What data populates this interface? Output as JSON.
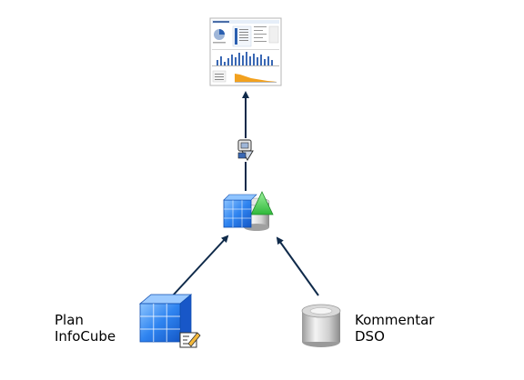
{
  "nodes": {
    "plan_infocube": {
      "label_line1": "Plan",
      "label_line2": "InfoCube",
      "icon": "infocube-with-edit-icon"
    },
    "kommentar_dso": {
      "label_line1": "Kommentar",
      "label_line2": "DSO",
      "icon": "database-cylinder-icon"
    },
    "multiprovider": {
      "icon": "multiprovider-cube-cylinder-icon"
    },
    "query": {
      "icon": "query-icon"
    },
    "dashboard": {
      "icon": "dashboard-report-thumbnail"
    }
  },
  "colors": {
    "arrow": "#0f2a4a",
    "cube_dark": "#1f6fe0",
    "cube_light": "#6fb0ff",
    "cylinder": "#c8c8c8",
    "triangle": "#4cd25a"
  }
}
